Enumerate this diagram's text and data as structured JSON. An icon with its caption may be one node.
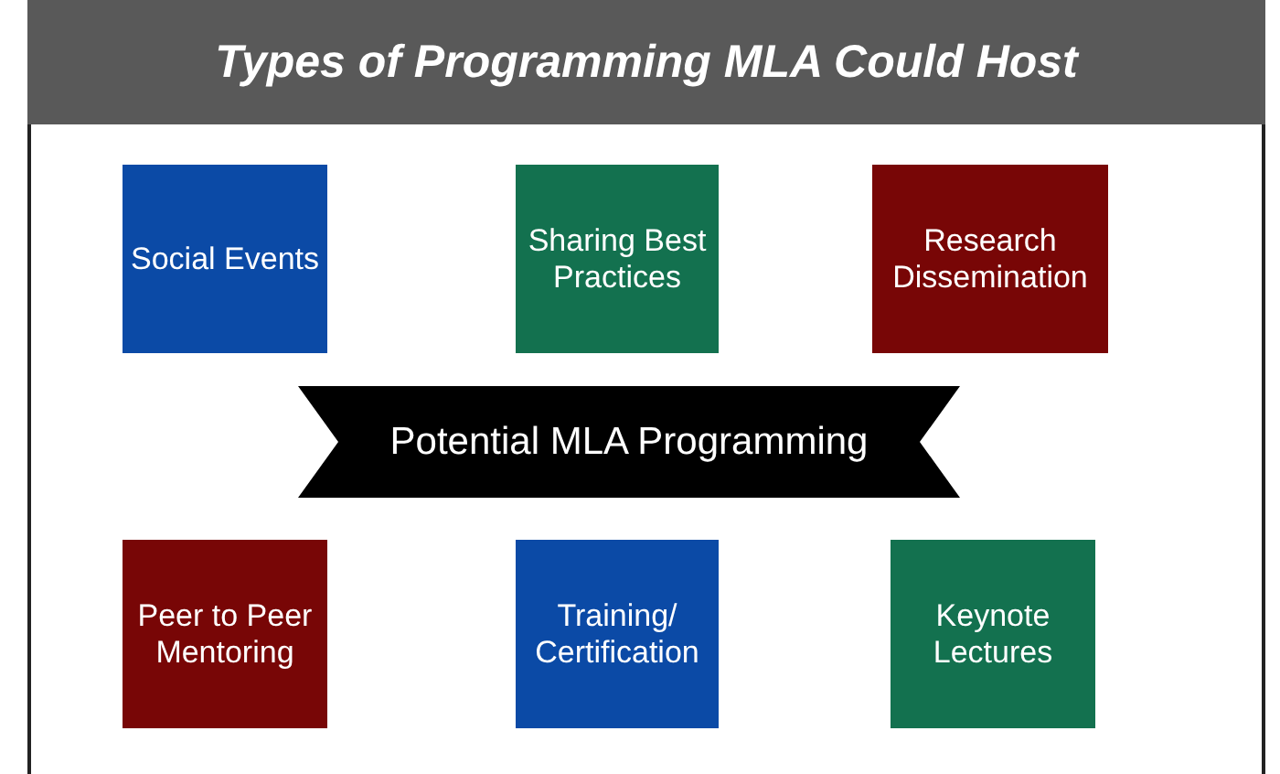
{
  "diagram": {
    "title": "Types of Programming MLA Could Host",
    "nodes": [
      {
        "text": [
          "Social Events"
        ]
      },
      {
        "text": [
          "Sharing Best Practices"
        ]
      },
      {
        "text": [
          "Research Dissemination"
        ]
      },
      {
        "text": [
          "Potential MLA Programming"
        ]
      },
      {
        "text": [
          "Peer to Peer Mentoring"
        ]
      },
      {
        "text": [
          "Training/ Certification"
        ]
      },
      {
        "text": [
          "Keynote Lectures"
        ]
      }
    ]
  }
}
